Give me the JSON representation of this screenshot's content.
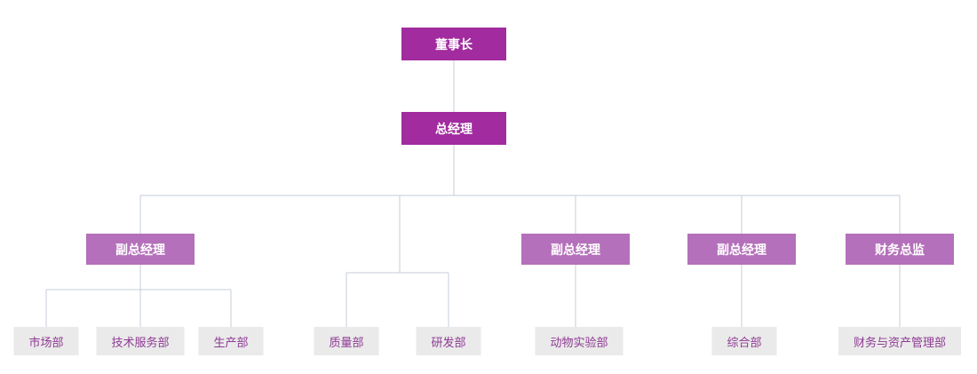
{
  "colors": {
    "primary": "#A12B9F",
    "secondary": "#B470BA",
    "leaf_bg": "#EAEAEA",
    "leaf_text": "#8E3A94",
    "line": "#C4CEDA",
    "background": "#FFFFFF"
  },
  "org": {
    "chairman": {
      "label": "董事长"
    },
    "general_manager": {
      "label": "总经理"
    },
    "executives": [
      {
        "label": "副总经理"
      },
      {
        "label": "副总经理"
      },
      {
        "label": "副总经理"
      },
      {
        "label": "财务总监"
      }
    ],
    "departments": [
      {
        "label": "市场部"
      },
      {
        "label": "技术服务部"
      },
      {
        "label": "生产部"
      },
      {
        "label": "质量部"
      },
      {
        "label": "研发部"
      },
      {
        "label": "动物实验部"
      },
      {
        "label": "综合部"
      },
      {
        "label": "财务与资产管理部"
      }
    ]
  },
  "hierarchy": {
    "label": "董事长",
    "children": [
      {
        "label": "总经理",
        "children": [
          {
            "label": "副总经理",
            "children": [
              {
                "label": "市场部"
              },
              {
                "label": "技术服务部"
              },
              {
                "label": "生产部"
              }
            ]
          },
          {
            "label": null,
            "children": [
              {
                "label": "质量部"
              },
              {
                "label": "研发部"
              }
            ]
          },
          {
            "label": "副总经理",
            "children": [
              {
                "label": "动物实验部"
              }
            ]
          },
          {
            "label": "副总经理",
            "children": [
              {
                "label": "综合部"
              }
            ]
          },
          {
            "label": "财务总监",
            "children": [
              {
                "label": "财务与资产管理部"
              }
            ]
          }
        ]
      }
    ]
  }
}
